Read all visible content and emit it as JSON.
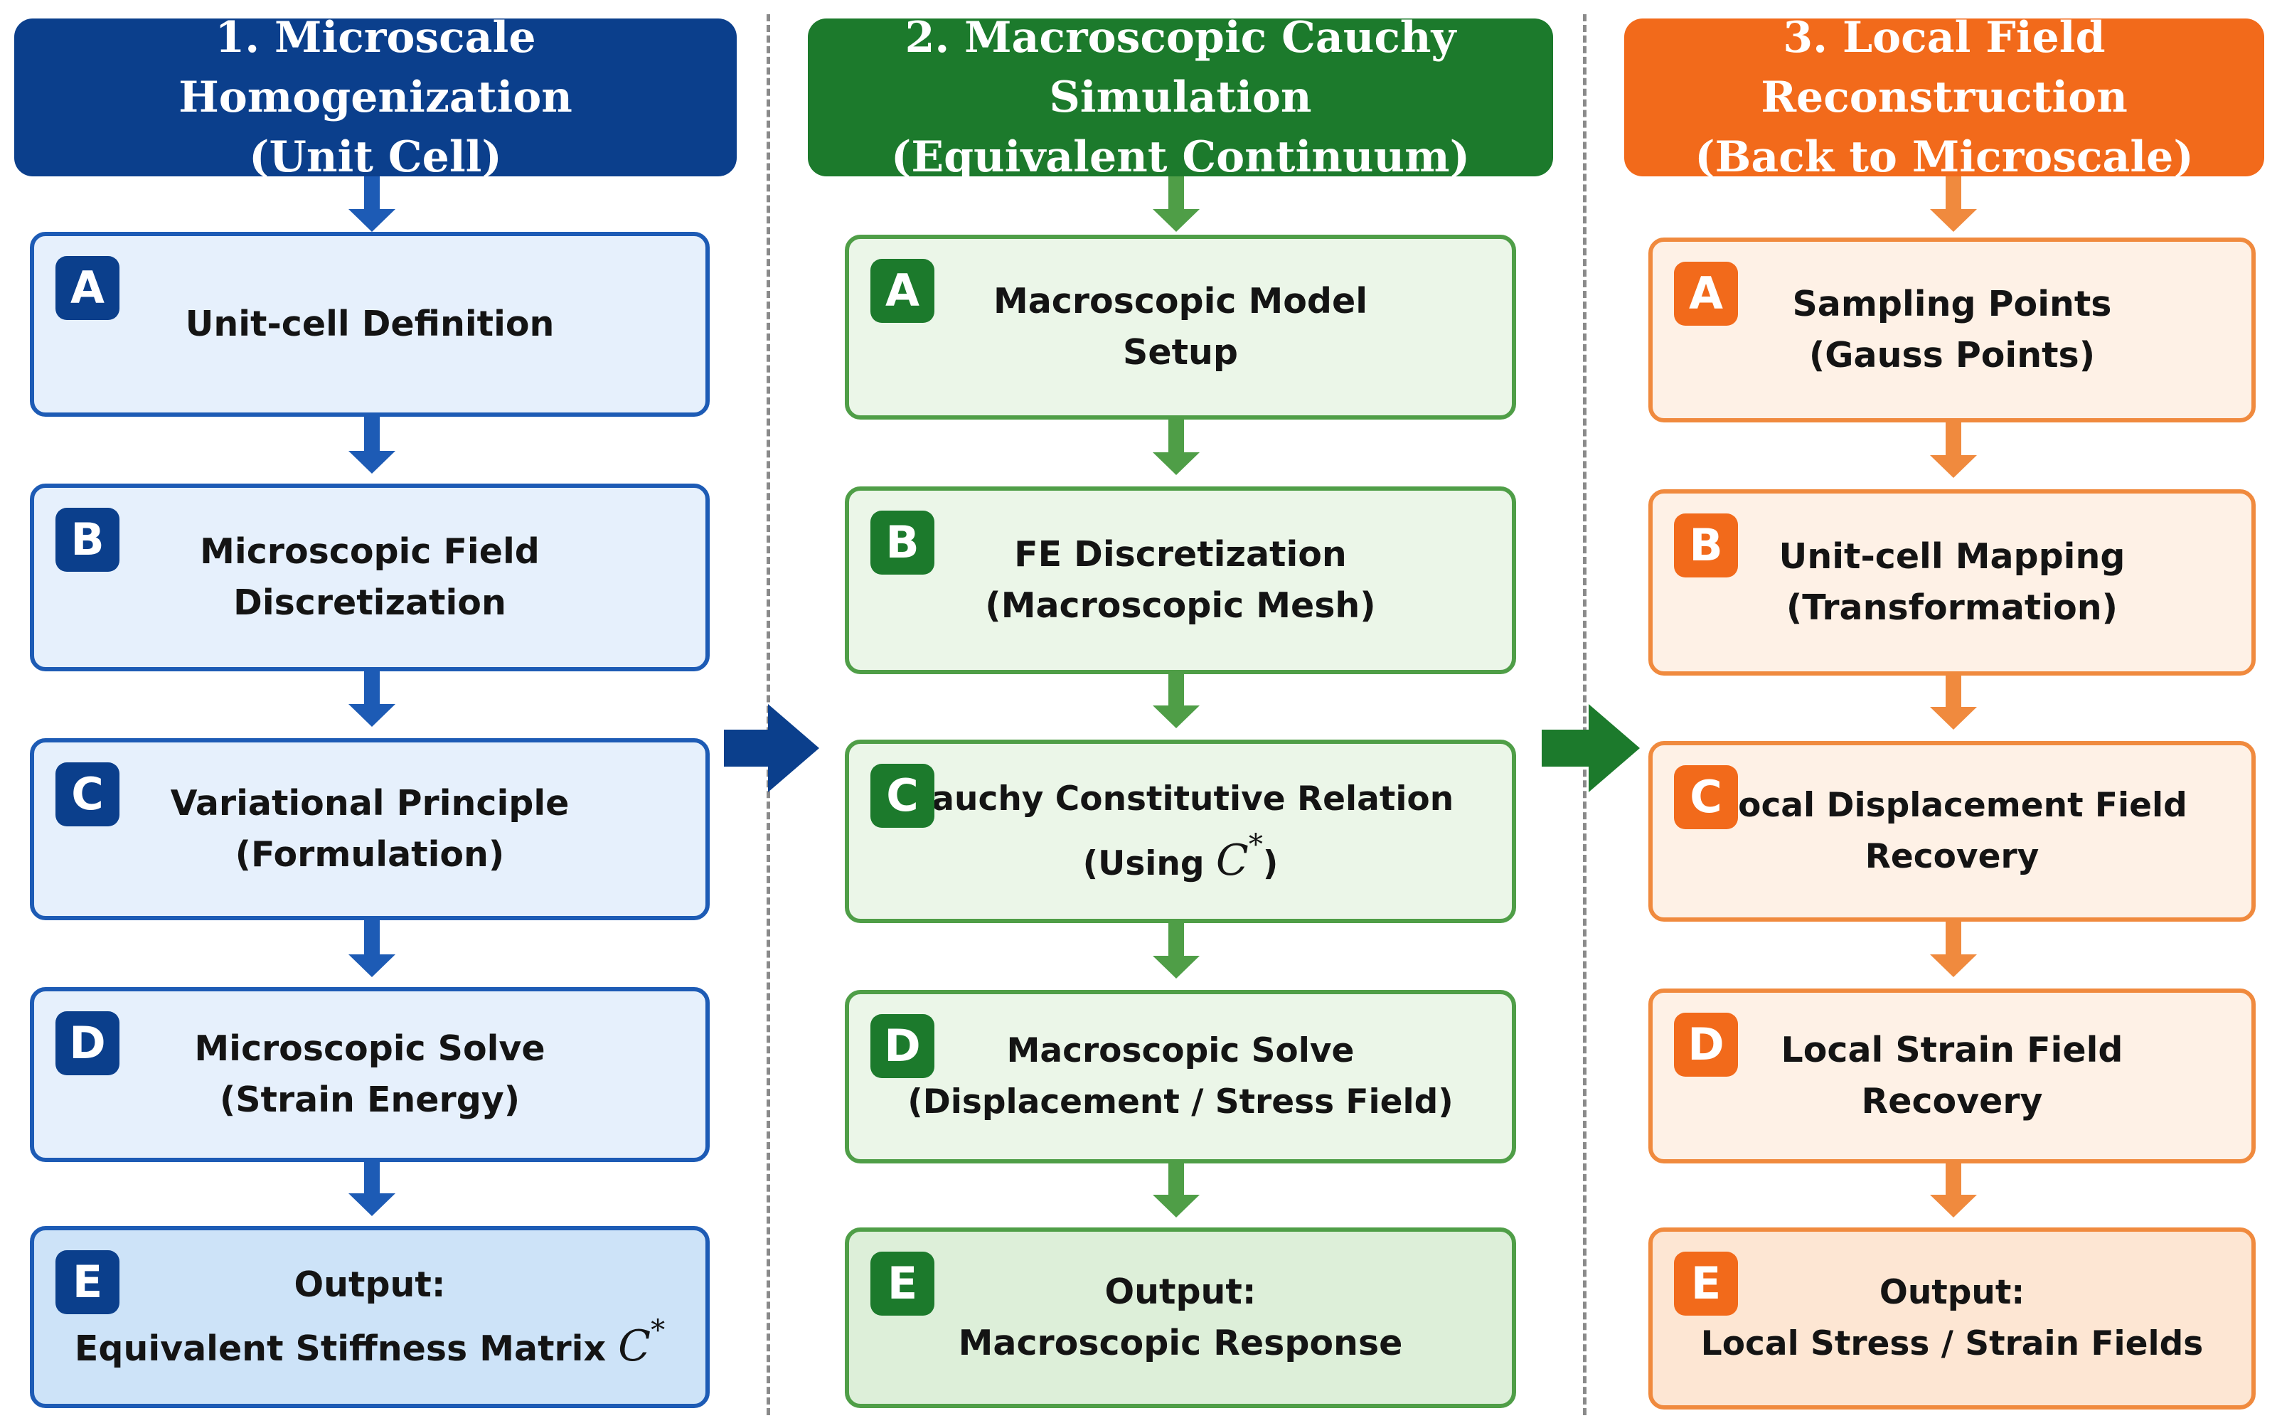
{
  "colors": {
    "blue": "#0b3f8c",
    "blue_fill": "#e6f0fc",
    "blue_output_fill": "#cde3f8",
    "blue_border": "#1d5bb5",
    "green": "#1c7a2c",
    "green_fill": "#ebf6e8",
    "green_output_fill": "#ddefd9",
    "green_border": "#4f9e47",
    "orange": "#f26a1b",
    "orange_fill": "#fef1e6",
    "orange_output_fill": "#fde6d3",
    "orange_border": "#f08a3e"
  },
  "columns": [
    {
      "header_line1": "1. Microscale Homogenization",
      "header_line2": "(Unit Cell)",
      "steps": [
        {
          "letter": "A",
          "line1": "Unit-cell Definition",
          "line2": ""
        },
        {
          "letter": "B",
          "line1": "Microscopic Field",
          "line2": "Discretization"
        },
        {
          "letter": "C",
          "line1": "Variational Principle",
          "line2": "(Formulation)"
        },
        {
          "letter": "D",
          "line1": "Microscopic Solve",
          "line2": "(Strain Energy)"
        },
        {
          "letter": "E",
          "line1": "Output:",
          "line2": "Equivalent Stiffness Matrix",
          "math_symbol": "C",
          "math_sup": "*"
        }
      ]
    },
    {
      "header_line1": "2. Macroscopic Cauchy Simulation",
      "header_line2": "(Equivalent Continuum)",
      "steps": [
        {
          "letter": "A",
          "line1": "Macroscopic Model",
          "line2": "Setup"
        },
        {
          "letter": "B",
          "line1": "FE Discretization",
          "line2": "(Macroscopic Mesh)"
        },
        {
          "letter": "C",
          "line1": "Cauchy Constitutive Relation",
          "line2_prefix": "(Using",
          "math_symbol": "C",
          "math_sup": "*",
          "line2_suffix": ")"
        },
        {
          "letter": "D",
          "line1": "Macroscopic Solve",
          "line2": "(Displacement / Stress Field)"
        },
        {
          "letter": "E",
          "line1": "Output:",
          "line2": "Macroscopic Response"
        }
      ]
    },
    {
      "header_line1": "3. Local Field Reconstruction",
      "header_line2": "(Back to Microscale)",
      "steps": [
        {
          "letter": "A",
          "line1": "Sampling Points",
          "line2": "(Gauss Points)"
        },
        {
          "letter": "B",
          "line1": "Unit-cell Mapping",
          "line2": "(Transformation)"
        },
        {
          "letter": "C",
          "line1": "Local Displacement Field",
          "line2": "Recovery"
        },
        {
          "letter": "D",
          "line1": "Local Strain Field",
          "line2": "Recovery"
        },
        {
          "letter": "E",
          "line1": "Output:",
          "line2": "Local Stress / Strain Fields"
        }
      ]
    }
  ]
}
